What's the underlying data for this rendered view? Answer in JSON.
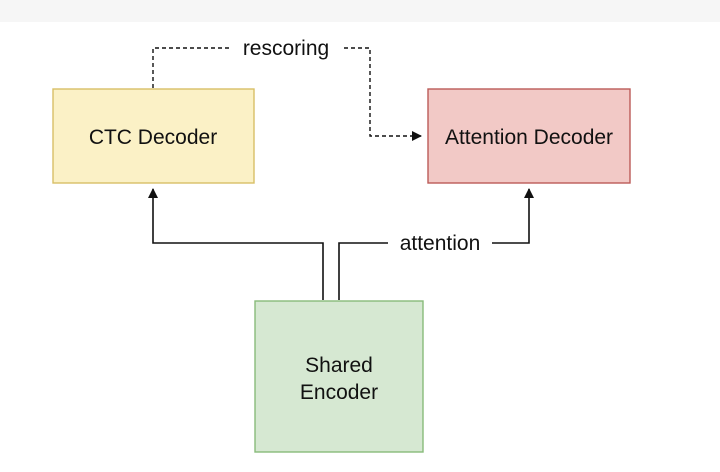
{
  "diagram": {
    "nodes": {
      "ctc": {
        "label": "CTC Decoder",
        "fill": "#fbf1c6",
        "stroke": "#d8bf66"
      },
      "attention": {
        "label": "Attention Decoder",
        "fill": "#f2c9c6",
        "stroke": "#bb5b58"
      },
      "encoder": {
        "label_line1": "Shared",
        "label_line2": "Encoder",
        "fill": "#d6e8d2",
        "stroke": "#88bb7a"
      }
    },
    "edges": {
      "rescoring": {
        "label": "rescoring",
        "style": "dashed"
      },
      "attention": {
        "label": "attention",
        "style": "solid"
      }
    }
  }
}
